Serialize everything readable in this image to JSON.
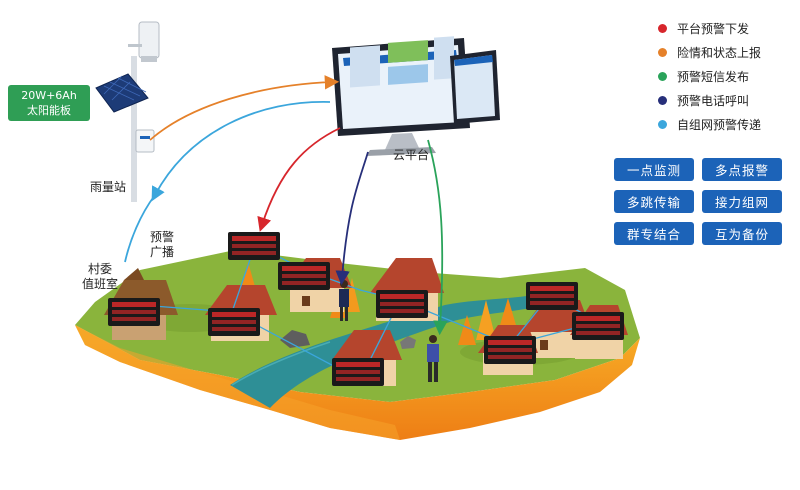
{
  "solar_panel": {
    "line1": "20W+6Ah",
    "line2": "太阳能板"
  },
  "labels": {
    "rain_station": "雨量站",
    "cloud_platform": "云平台",
    "broadcast_line1": "预警",
    "broadcast_line2": "广播",
    "village_line1": "村委",
    "village_line2": "值班室"
  },
  "legend": [
    {
      "label": "平台预警下发",
      "color": "#d7262c"
    },
    {
      "label": "险情和状态上报",
      "color": "#e5812a"
    },
    {
      "label": "预警短信发布",
      "color": "#2aa35a"
    },
    {
      "label": "预警电话呼叫",
      "color": "#272f7a"
    },
    {
      "label": "自组网预警传递",
      "color": "#3ba6dc"
    }
  ],
  "features": [
    "一点监测",
    "多点报警",
    "多跳传输",
    "接力组网",
    "群专结合",
    "互为备份"
  ],
  "colors": {
    "feature_bg": "#1c63b8",
    "solar_tag_bg": "#2f9e55",
    "grass": "#8ab43c",
    "soil": "#f39a1e",
    "river": "#2e8f96"
  }
}
